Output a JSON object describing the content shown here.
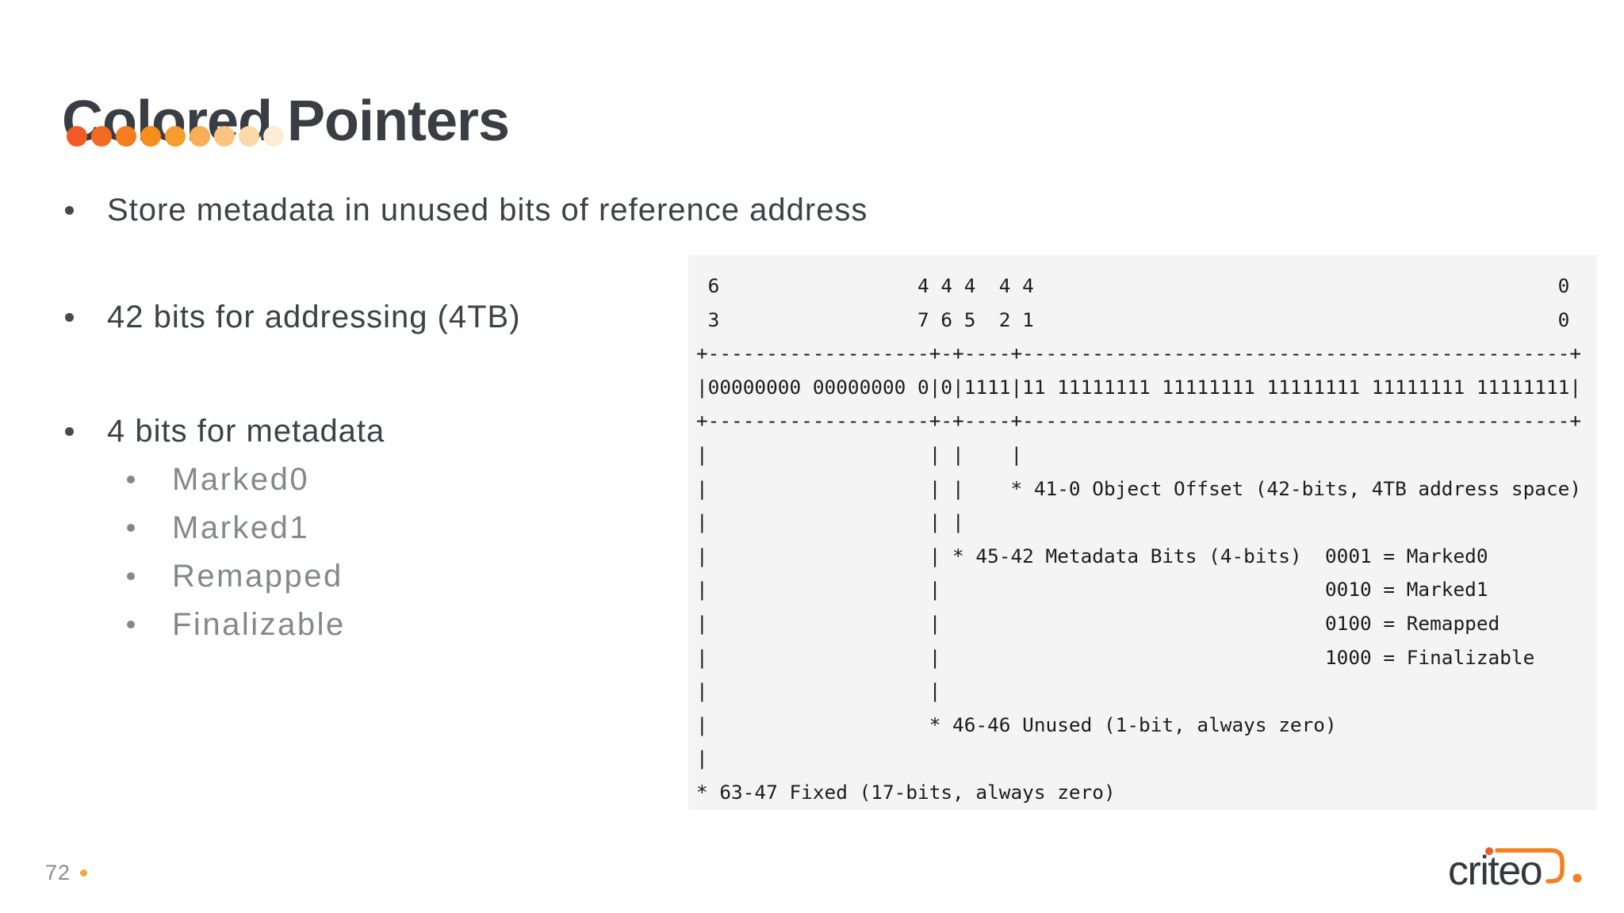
{
  "slide": {
    "title": "Colored Pointers",
    "accent_dots": [
      "#f15a25",
      "#f26b22",
      "#f47d1f",
      "#f68d1e",
      "#f79d2f",
      "#f9ae55",
      "#fbc480",
      "#fcd9ab",
      "#fdecd6"
    ],
    "bullets": [
      {
        "text": "Store metadata in unused bits of reference address",
        "sub": []
      },
      {
        "text": "42 bits for addressing (4TB)",
        "sub": []
      },
      {
        "text": "4 bits for metadata",
        "sub": [
          "Marked0",
          "Marked1",
          "Remapped",
          "Finalizable"
        ]
      }
    ],
    "ascii_diagram": {
      "lines": [
        " 6                 4 4 4  4 4                                             0",
        " 3                 7 6 5  2 1                                             0",
        "+-------------------+-+----+-----------------------------------------------+",
        "|00000000 00000000 0|0|1111|11 11111111 11111111 11111111 11111111 11111111|",
        "+-------------------+-+----+-----------------------------------------------+",
        "|                   | |    |",
        "|                   | |    * 41-0 Object Offset (42-bits, 4TB address space)",
        "|                   | |",
        "|                   | * 45-42 Metadata Bits (4-bits)  0001 = Marked0",
        "|                   |                                 0010 = Marked1",
        "|                   |                                 0100 = Remapped",
        "|                   |                                 1000 = Finalizable",
        "|                   |",
        "|                   * 46-46 Unused (1-bit, always zero)",
        "|",
        "* 63-47 Fixed (17-bits, always zero)"
      ]
    },
    "footer": {
      "page_number": "72"
    },
    "logo": {
      "text": "criteo"
    }
  },
  "colors": {
    "title": "#3a3d43",
    "bullet": "#3e4145",
    "bullet_marker": "#46494e",
    "sub": "#85878b",
    "sub_marker": "#85878b",
    "code_bg": "#f4f4f4",
    "code_text": "#1c1c1c",
    "page_num": "#8a8a8a",
    "page_dot": "#f2a63b",
    "logo_text": "#34373d",
    "logo_orange": "#f5801f",
    "logo_orange_dark": "#f1592a"
  }
}
